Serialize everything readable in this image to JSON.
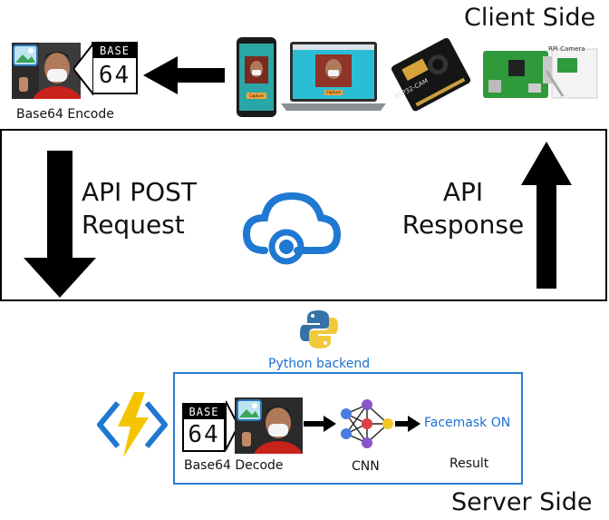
{
  "client": {
    "title": "Client Side",
    "encode_label": "Base64 Encode",
    "base64_header": "BASE",
    "base64_number": "64",
    "phone_button": "Capture",
    "laptop_button": "Capture",
    "board_label": "ESP32-CAM",
    "rpi_label": "RPi Camera"
  },
  "api": {
    "post_label_line1": "API POST",
    "post_label_line2": "Request",
    "response_label_line1": "API",
    "response_label_line2": "Response"
  },
  "backend": {
    "label": "Python backend"
  },
  "server": {
    "title": "Server Side",
    "decode_label": "Base64 Decode",
    "base64_header": "BASE",
    "base64_number": "64",
    "cnn_label": "CNN",
    "result_value": "Facemask ON",
    "result_label": "Result"
  },
  "colors": {
    "cloud_blue": "#1f78d1",
    "server_border": "#2b7cd3",
    "result_text": "#1f6fd0",
    "lightning": "#f5c400"
  }
}
